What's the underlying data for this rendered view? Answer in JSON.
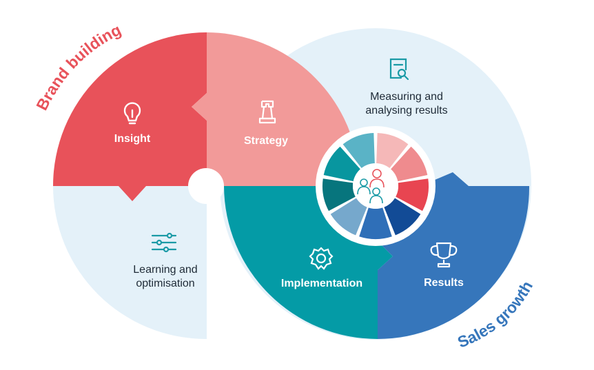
{
  "titles": {
    "left": "Brand building",
    "right": "Sales growth"
  },
  "segments": {
    "insight": "Insight",
    "strategy": "Strategy",
    "implementation": "Implementation",
    "results": "Results",
    "learning": [
      "Learning and",
      "optimisation"
    ],
    "measuring": [
      "Measuring and",
      "analysing results"
    ]
  },
  "colors": {
    "brand_red": "#e8525a",
    "strategy_pink": "#f29a99",
    "light_blue": "#e4f1f9",
    "teal": "#049ba6",
    "blue": "#3676bb",
    "icon_teal": "#1a9aa6"
  },
  "icons": {
    "insight": "lightbulb-icon",
    "strategy": "chess-rook-icon",
    "measuring": "document-search-icon",
    "learning": "sliders-icon",
    "implementation": "gear-icon",
    "results": "trophy-icon",
    "center": "people-icon"
  },
  "wheel_colors": [
    "#f5b8b8",
    "#ef8b8e",
    "#e84551",
    "#124b96",
    "#2f6fb8",
    "#76a8cc",
    "#07757d",
    "#08969f",
    "#5ab3c6"
  ]
}
